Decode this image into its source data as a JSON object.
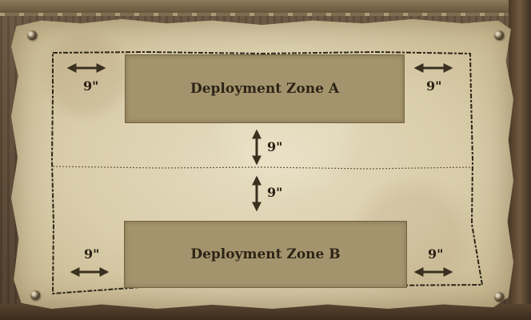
{
  "zones": {
    "a": {
      "label": "Deployment Zone A"
    },
    "b": {
      "label": "Deployment Zone B"
    }
  },
  "measurements": {
    "zone_a_left": "9\"",
    "zone_a_right": "9\"",
    "center_upper": "9\"",
    "center_lower": "9\"",
    "zone_b_left": "9\"",
    "zone_b_right": "9\""
  },
  "icons": {
    "horizontal_arrow": "double-headed-horizontal-arrow-icon",
    "vertical_arrow": "double-headed-vertical-arrow-icon",
    "pin": "pin-icon"
  },
  "colors": {
    "parchment": "#ddd1b0",
    "zone_fill": "#a4946d",
    "ink": "#2a2012",
    "wood": "#5b4733"
  }
}
